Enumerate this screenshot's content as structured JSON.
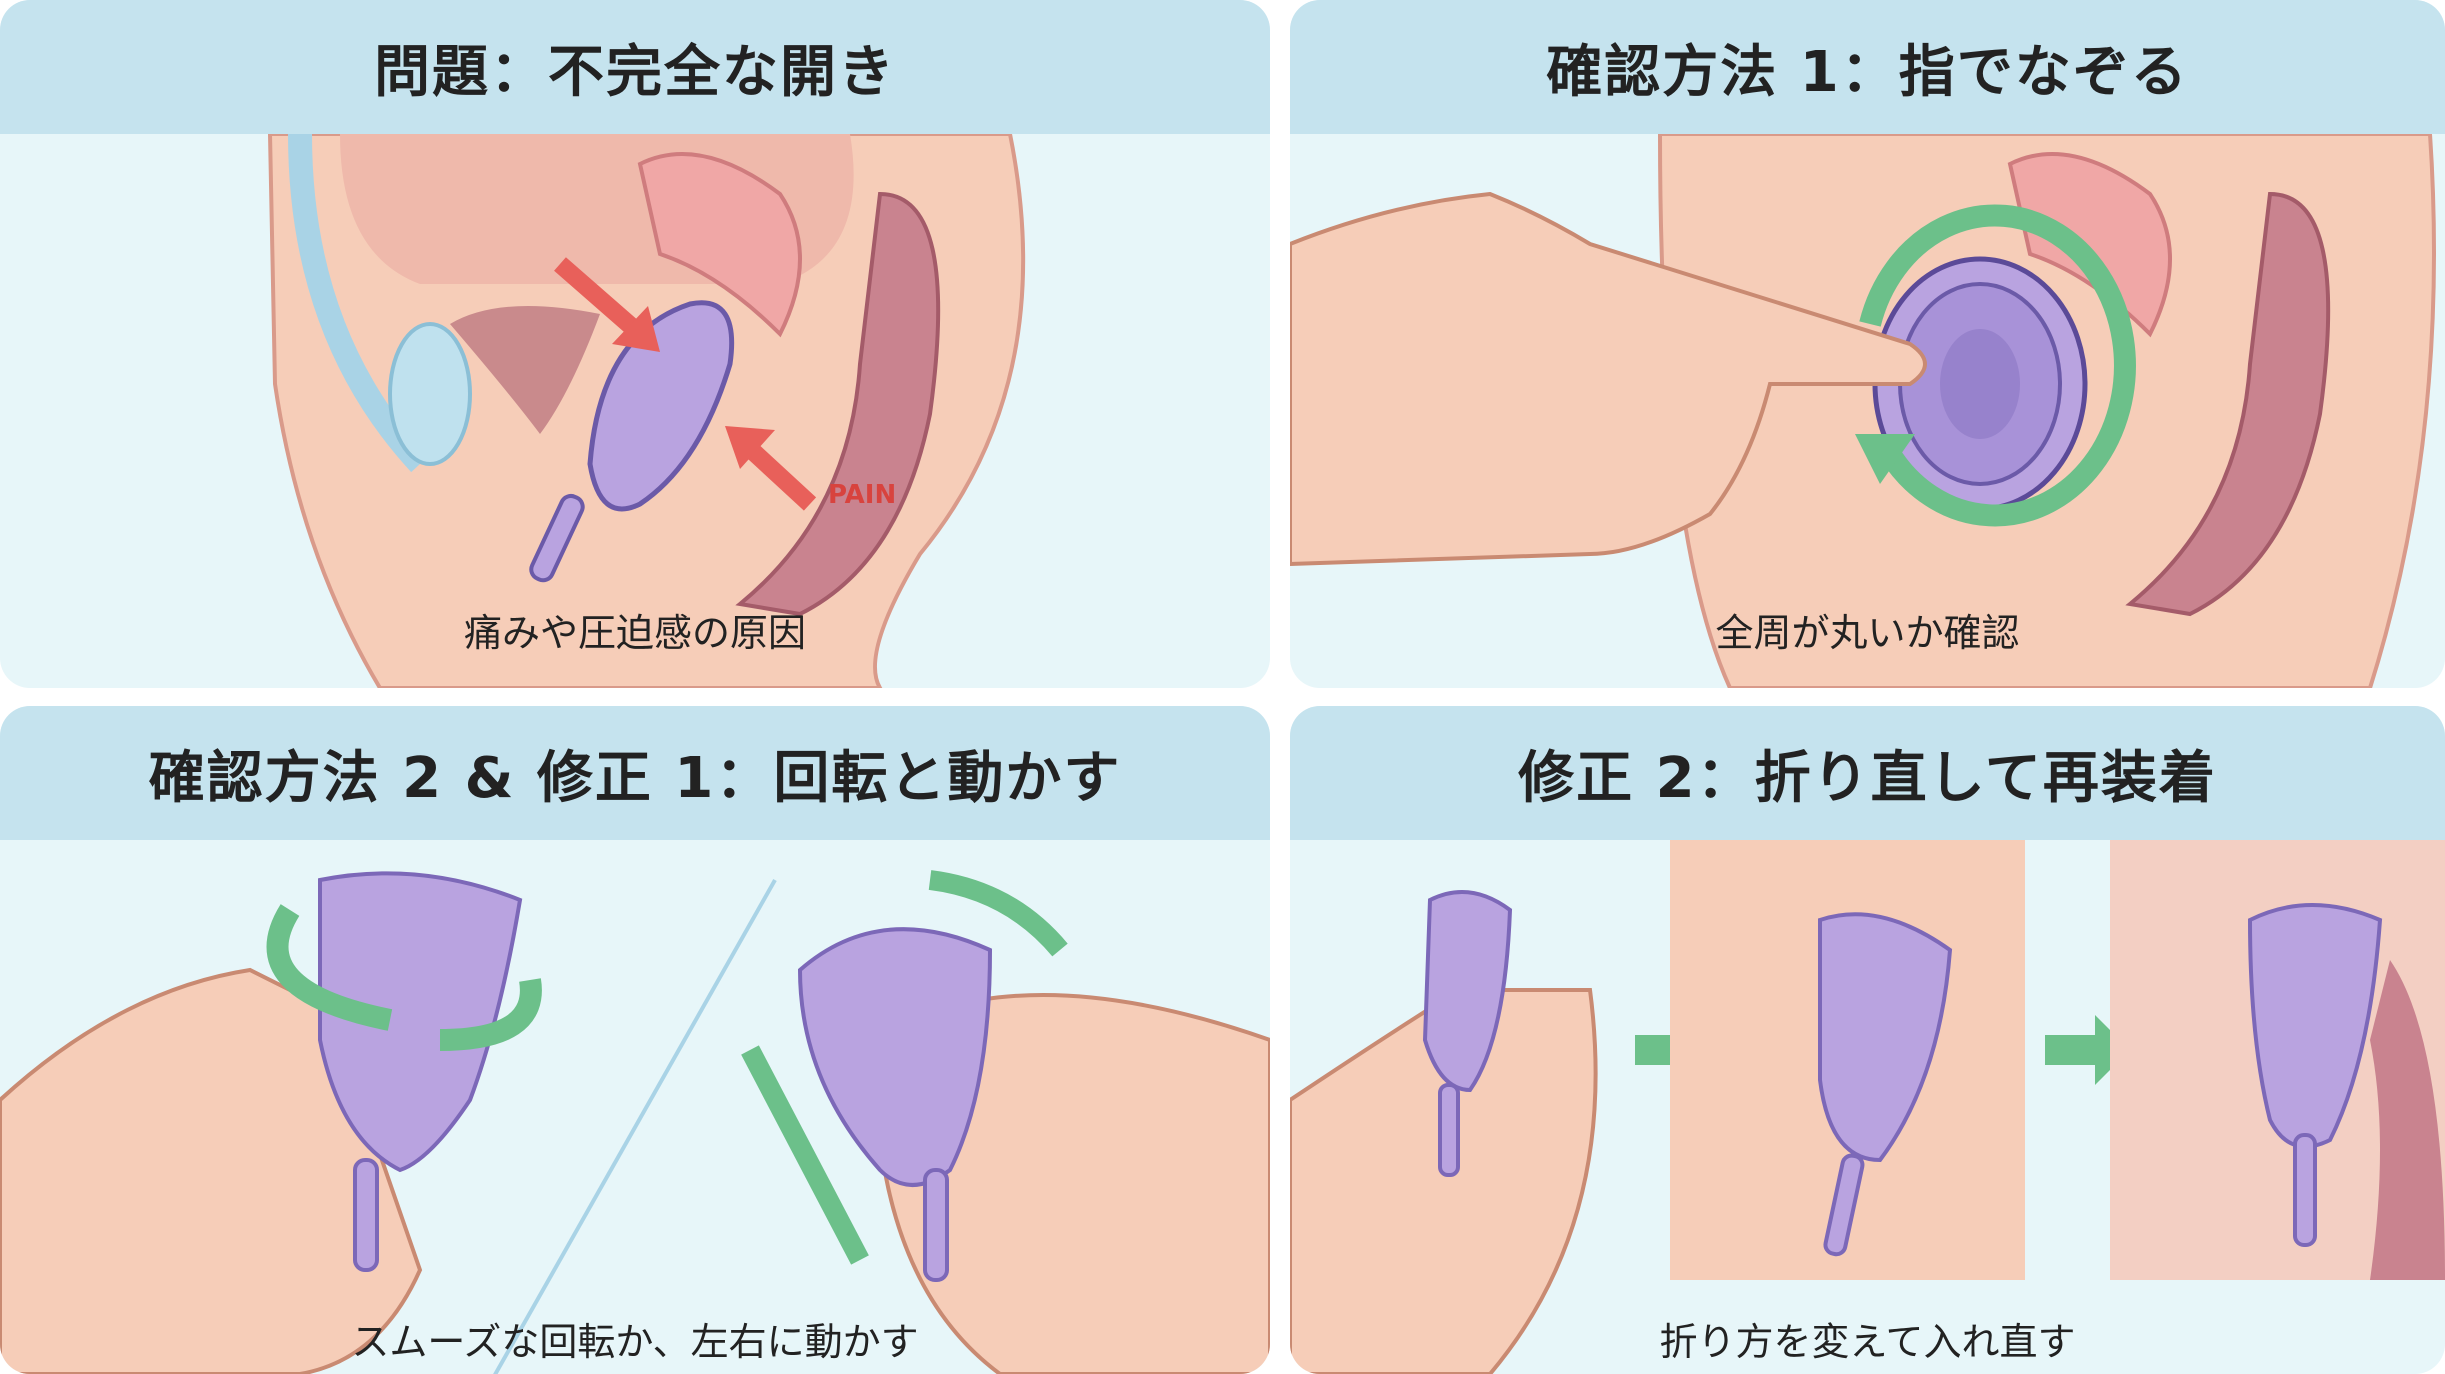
{
  "panels": [
    {
      "title": "問題：不完全な開き",
      "caption": "痛みや圧迫感の原因",
      "label": "PAIN"
    },
    {
      "title": "確認方法 1：指でなぞる",
      "caption": "全周が丸いか確認"
    },
    {
      "title": "確認方法 2 & 修正 1：回転と動かす",
      "caption": "スムーズな回転か、左右に動かす"
    },
    {
      "title": "修正 2：折り直して再装着",
      "caption": "折り方を変えて入れ直す"
    }
  ],
  "colors": {
    "header": "#c5e3ee",
    "body": "#e7f6f9",
    "skin": "#f6cdb8",
    "cup": "#b9a3e0",
    "arrow_green": "#6cc08a",
    "arrow_red": "#e8605a"
  }
}
